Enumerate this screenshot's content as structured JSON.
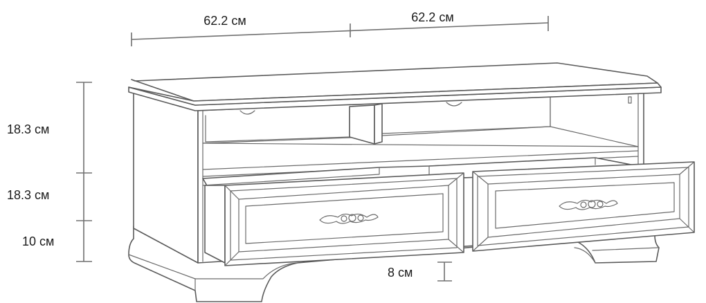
{
  "dimensions": {
    "width_left": "62.2 см",
    "width_right": "62.2 см",
    "height_top": "18.3 см",
    "height_middle": "18.3 см",
    "height_base": "10 см",
    "foot_height": "8 см"
  },
  "colors": {
    "line": "#5a5a5a",
    "text": "#1a1a1a",
    "background": "#ffffff"
  }
}
